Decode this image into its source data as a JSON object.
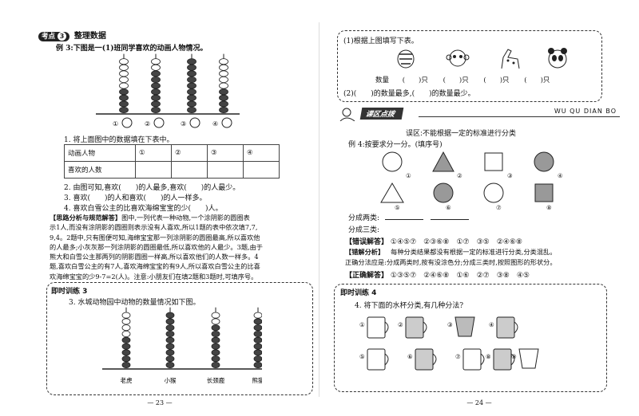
{
  "left": {
    "header": {
      "badge_a": "考点",
      "badge_b": "3",
      "title": "整理数据"
    },
    "example3": {
      "title": "例 3:下图是一(1)班同学喜欢的动画人物情况。"
    },
    "chart1": {
      "counts": [
        4,
        7,
        9,
        4
      ],
      "labels": [
        "①",
        "②",
        "③",
        "④"
      ]
    },
    "q1": "1. 将上面图中的数据填在下表中。",
    "table": {
      "row1_label": "动画人物",
      "row2_label": "喜欢的人数",
      "cols": [
        "①",
        "②",
        "③",
        "④"
      ]
    },
    "q2": "2. 由图可知,喜欢(　　)的人最多,喜欢(　　)的人最少。",
    "q3": "3. 喜欢(　　)的人和喜欢(　　)的人一样多。",
    "q4": "4. 喜欢白雪公主的比喜欢海绵宝宝的少(　　)人。",
    "analysis": {
      "label": "【思路分析与规范解答】",
      "lines": [
        "图中,一列代表一种动物,一个涂阴影的圆圈表",
        "示1人,而没有涂阴影的圆圈则表示没有人喜欢,所以1题的表中依次填7,7,",
        "9,4。2题中,只有图便可知,海绵宝宝那一列涂阴影的圆圈最高,所以喜欢他",
        "的人最多;小灰灰那一列涂阴影的圆圈最低,所以喜欢他的人最少。3题,由于",
        "熊大和白雪公主那两列的阴影圆圈一样高,所以喜欢他们的人数一样多。4",
        "题,喜欢白雪公主的有7人,喜欢海绵宝宝的有9人,所以喜欢白雪公主的比喜",
        "欢海绵宝宝的少9-7=2(人)。注意:小朋友们在填2题和3题时,可填序号。"
      ]
    },
    "practice": {
      "title": "即时训练 3",
      "q": "3. 水城动物园中动物的数量情况如下图。",
      "counts": [
        5,
        9,
        7,
        8
      ],
      "labels": [
        "老虎",
        "小猴",
        "长颈鹿",
        "熊猫"
      ]
    },
    "page_number": "— 23 —"
  },
  "right": {
    "top": {
      "q1": "(1)根据上图填写下表。",
      "qty_label": "数量",
      "qty_cells": [
        "(　　)只",
        "(　　)只",
        "(　　)只",
        "(　　)只"
      ],
      "q2": "(2)(　　)的数量最多,(　　)的数量最少。"
    },
    "banner": {
      "title": "课区点拨",
      "pinyin": "WU QU DIAN BO"
    },
    "section_title": "误区:不能根据一定的标准进行分类",
    "example4": {
      "title": "例 4:按要求分一分。(填序号)",
      "shape_labels": [
        "①",
        "②",
        "③",
        "④",
        "⑤",
        "⑥",
        "⑦",
        "⑧"
      ]
    },
    "classify": {
      "line1": "分成两类:",
      "line2": "分成三类:"
    },
    "wrong": {
      "label": "【错误解答】",
      "text": "①④⑤⑦　②③⑥⑧　①⑦　③⑤　②④⑥⑧"
    },
    "wrong_analysis": {
      "label": "【错解分析】",
      "lines": [
        "每种分类结果都没有根据一定的标准进行分类,分类混乱。",
        "正确分法应是:分成两类时,按有没涂色分;分成三类时,按照图形的形状分。"
      ]
    },
    "correct": {
      "label": "【正确解答】",
      "text": "①③⑤⑦　②④⑥⑧　①⑥　②⑦　③⑧　④⑤"
    },
    "practice": {
      "title": "即时训练 4",
      "q": "4. 将下面的水杯分类,有几种分法?",
      "cup_labels": [
        "①",
        "②",
        "③",
        "④",
        "⑤",
        "⑥",
        "⑦",
        "⑧",
        "⑨"
      ]
    },
    "page_number": "— 24 —"
  }
}
